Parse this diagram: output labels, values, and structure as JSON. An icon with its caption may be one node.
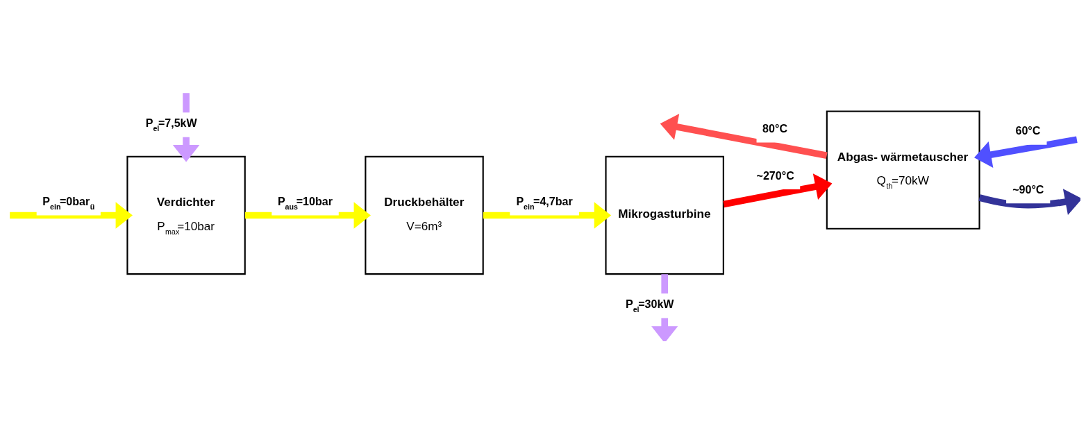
{
  "diagram": {
    "nodes": [
      {
        "text": [
          "Verdichter",
          "P$_{max}$=10bar"
        ]
      },
      {
        "text": [
          "Druckbehälter",
          "V=6m³"
        ]
      },
      {
        "text": [
          "Mikrogasturbine"
        ]
      },
      {
        "text": [
          "Abgas- wärmetauscher",
          "Q$_{th}$=70kW"
        ]
      }
    ],
    "edges": [
      {
        "from": null,
        "to": 0,
        "arrow": "to",
        "label": "P$_{ein}$=0bar$_{ü}$",
        "color": "#ffff00"
      },
      {
        "from": 0,
        "to": 1,
        "arrow": "to",
        "label": "P$_{aus}$=10bar",
        "color": "#ffff00"
      },
      {
        "from": 1,
        "to": 2,
        "arrow": "to",
        "label": "P$_{ein}$=4,7bar",
        "color": "#ffff00"
      },
      {
        "from": null,
        "to": 0,
        "arrow": "to",
        "label": "P$_{el}$=7,5kW",
        "color": "#cc99ff"
      },
      {
        "from": 2,
        "to": null,
        "arrow": "to",
        "label": "P$_{el}$=30kW",
        "color": "#cc99ff"
      },
      {
        "from": 2,
        "to": 3,
        "arrow": "to",
        "label": "~270°C",
        "color": "#ff0000"
      },
      {
        "from": 3,
        "to": null,
        "arrow": "to",
        "label": "80°C",
        "color": "#ff5050"
      },
      {
        "from": null,
        "to": 3,
        "arrow": "to",
        "label": "60°C",
        "color": "#5050ff"
      },
      {
        "from": 3,
        "to": null,
        "arrow": "to",
        "label": "~90°C",
        "color": "#333399"
      }
    ]
  }
}
